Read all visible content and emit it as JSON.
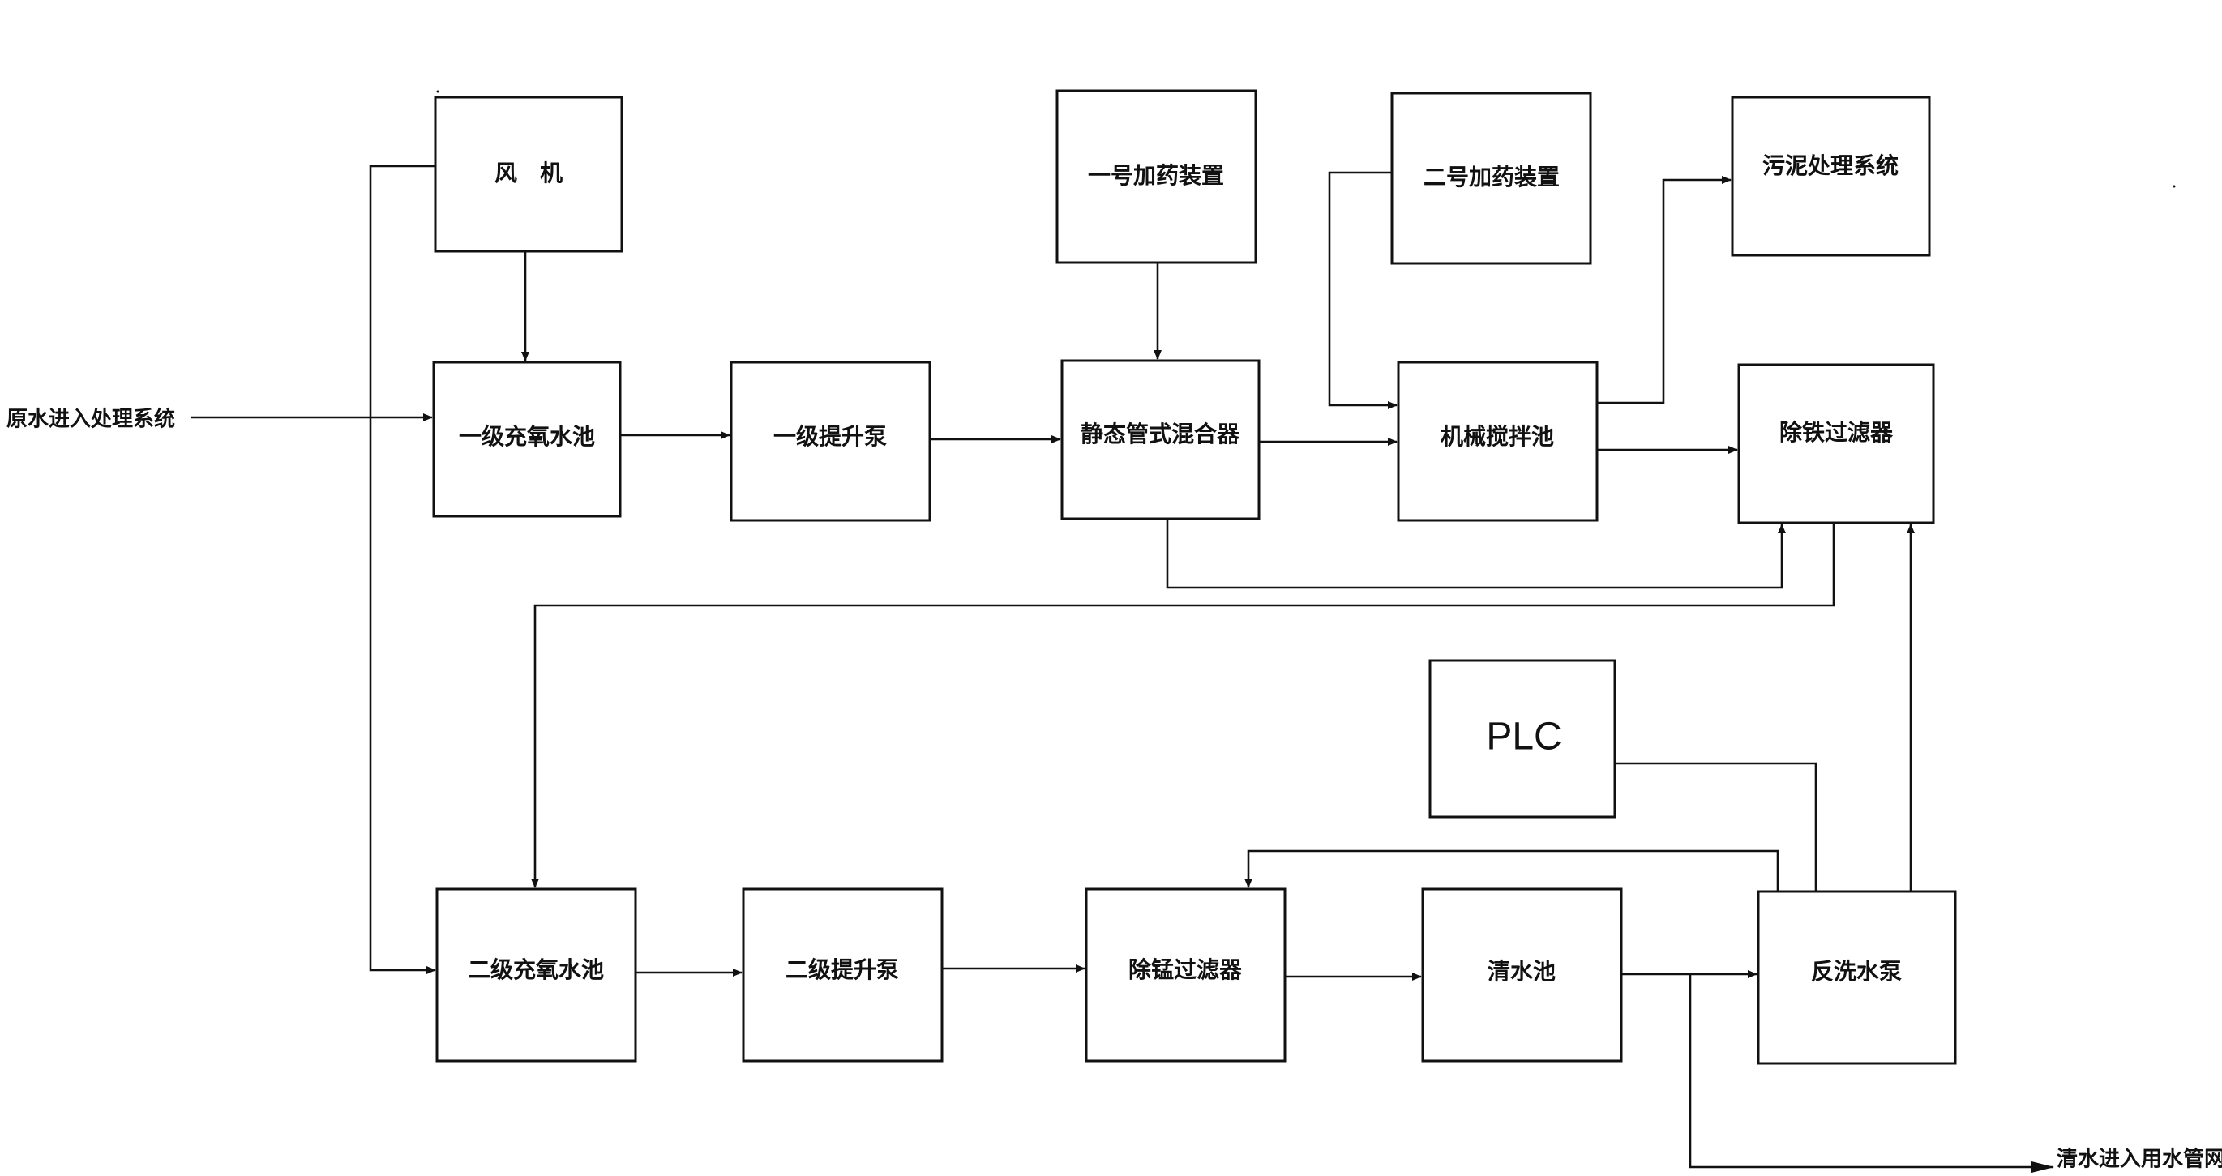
{
  "colors": {
    "stroke": "#111111",
    "background": "#ffffff"
  },
  "nodes": {
    "fan": "风　机",
    "dosing1": "一号加药装置",
    "dosing2": "二号加药装置",
    "sludge": "污泥处理系统",
    "aeration1": "一级充氧水池",
    "pump1": "一级提升泵",
    "mixer": "静态管式混合器",
    "stirring": "机械搅拌池",
    "iron_filter": "除铁过滤器",
    "plc": "PLC",
    "aeration2": "二级充氧水池",
    "pump2": "二级提升泵",
    "mn_filter": "除锰过滤器",
    "clear_pool": "清水池",
    "backwash_pump": "反洗水泵"
  },
  "io": {
    "input": "原水进入处理系统",
    "output": "清水进入用水管网"
  }
}
